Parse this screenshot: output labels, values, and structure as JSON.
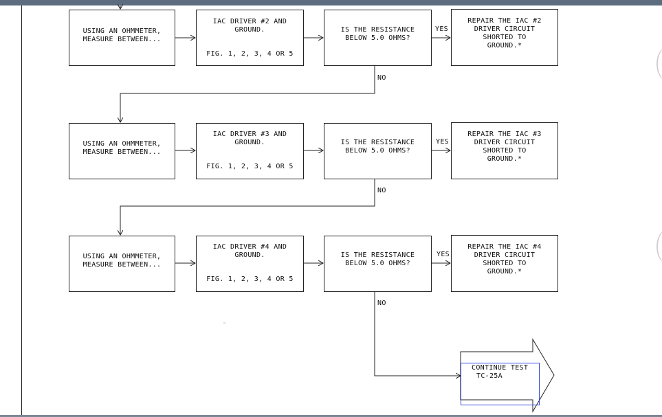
{
  "rows": [
    {
      "measure": [
        "USING AN OHMMETER,",
        "MEASURE BETWEEN..."
      ],
      "driver": [
        "IAC DRIVER #2 AND",
        "GROUND."
      ],
      "fig": "FIG. 1, 2, 3, 4 OR 5",
      "question": [
        "IS THE RESISTANCE",
        "BELOW 5.0 OHMS?"
      ],
      "yes": "YES",
      "repair": [
        "REPAIR THE IAC #2",
        "DRIVER CIRCUIT",
        "SHORTED TO",
        "GROUND.*"
      ],
      "no": "NO"
    },
    {
      "measure": [
        "USING AN OHMMETER,",
        "MEASURE BETWEEN..."
      ],
      "driver": [
        "IAC DRIVER #3 AND",
        "GROUND."
      ],
      "fig": "FIG. 1, 2, 3, 4 OR 5",
      "question": [
        "IS THE RESISTANCE",
        "BELOW 5.0 OHMS?"
      ],
      "yes": "YES",
      "repair": [
        "REPAIR THE IAC #3",
        "DRIVER CIRCUIT",
        "SHORTED TO",
        "GROUND.*"
      ],
      "no": "NO"
    },
    {
      "measure": [
        "USING AN OHMMETER,",
        "MEASURE BETWEEN..."
      ],
      "driver": [
        "IAC DRIVER #4 AND",
        "GROUND."
      ],
      "fig": "FIG. 1, 2, 3, 4 OR 5",
      "question": [
        "IS THE RESISTANCE",
        "BELOW 5.0 OHMS?"
      ],
      "yes": "YES",
      "repair": [
        "REPAIR THE IAC #4",
        "DRIVER CIRCUIT",
        "SHORTED TO",
        "GROUND.*"
      ],
      "no": "NO"
    }
  ],
  "continue": [
    "CONTINUE TEST",
    "TC-25A"
  ]
}
